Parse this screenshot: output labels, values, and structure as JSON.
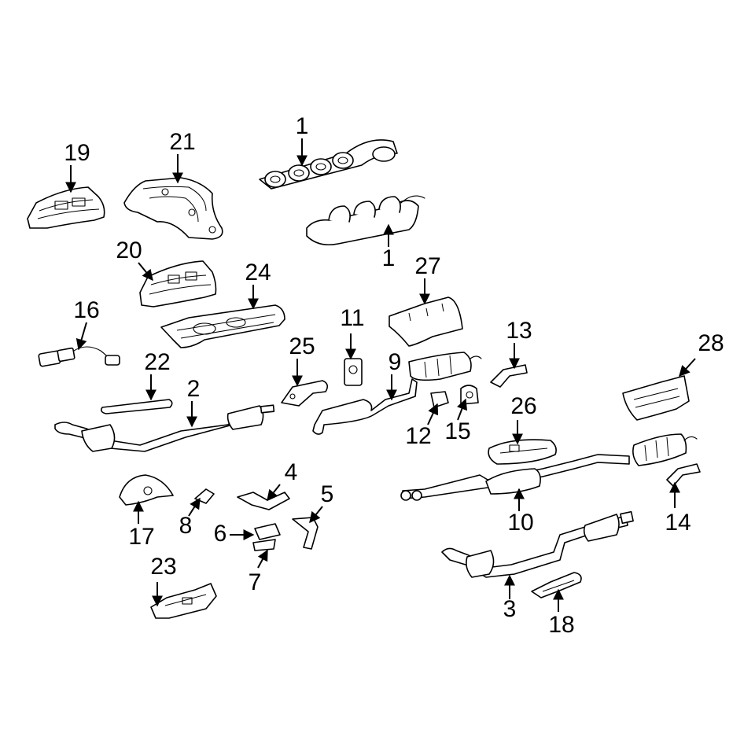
{
  "callouts": {
    "c1a": "1",
    "c1b": "1",
    "c2": "2",
    "c3": "3",
    "c4": "4",
    "c5": "5",
    "c6": "6",
    "c7": "7",
    "c8": "8",
    "c9": "9",
    "c10": "10",
    "c11": "11",
    "c12": "12",
    "c13": "13",
    "c14": "14",
    "c15": "15",
    "c16": "16",
    "c17": "17",
    "c18": "18",
    "c19": "19",
    "c20": "20",
    "c21": "21",
    "c22": "22",
    "c23": "23",
    "c24": "24",
    "c25": "25",
    "c26": "26",
    "c27": "27",
    "c28": "28"
  },
  "colors": {
    "line": "#000000",
    "background": "#ffffff"
  }
}
